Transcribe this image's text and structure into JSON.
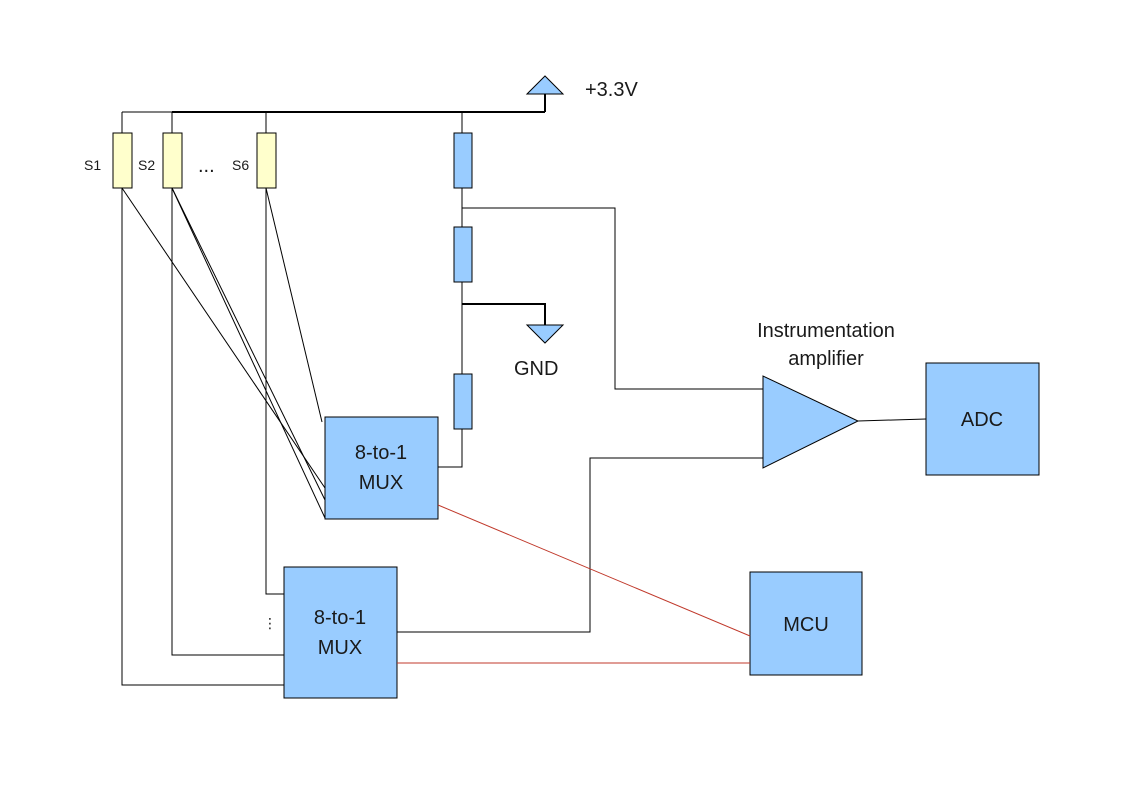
{
  "supply": {
    "label": "+3.3V"
  },
  "ground": {
    "label": "GND"
  },
  "sensors": {
    "s1": "S1",
    "s2": "S2",
    "ellipsis": "...",
    "s6": "S6"
  },
  "mux_top": {
    "line1": "8-to-1",
    "line2": "MUX"
  },
  "mux_bottom": {
    "line1": "8-to-1",
    "line2": "MUX",
    "more_inputs": "⋮"
  },
  "amplifier": {
    "line1": "Instrumentation",
    "line2": "amplifier"
  },
  "adc": {
    "label": "ADC"
  },
  "mcu": {
    "label": "MCU"
  },
  "colors": {
    "block_fill": "#99ccff",
    "sensor_fill": "#ffffcc",
    "control_wire": "#c0392b",
    "wire": "#000000"
  }
}
